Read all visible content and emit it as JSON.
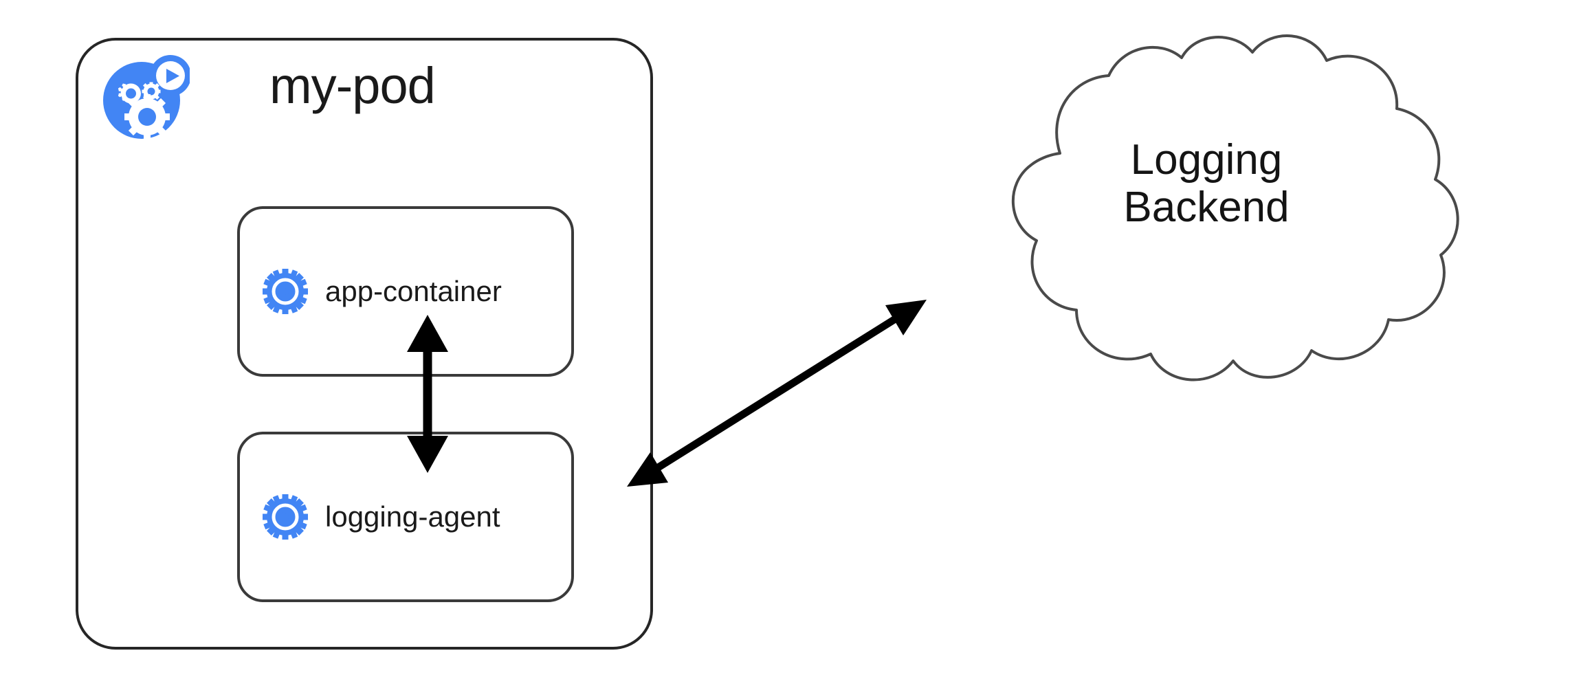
{
  "diagram": {
    "title": "Kubernetes pod logging sidecar diagram",
    "background_color": "#ffffff",
    "accent_color": "#4285F4",
    "outline_color": "#262626"
  },
  "pod": {
    "name": "my-pod",
    "icon": "pod-gears-play-icon",
    "containers": [
      {
        "name": "app-container",
        "icon": "container-gear-play-icon",
        "id": "app"
      },
      {
        "name": "logging-agent",
        "icon": "container-gear-play-icon",
        "id": "agent"
      }
    ]
  },
  "cloud": {
    "label": "Logging\nBackend",
    "line1": "Logging",
    "line2": "Backend",
    "icon": "cloud-shape"
  },
  "connections": [
    {
      "id": "app-to-agent",
      "from": "app-container",
      "to": "logging-agent",
      "style": "double-headed-arrow",
      "orientation": "vertical",
      "color": "#000000"
    },
    {
      "id": "agent-to-cloud",
      "from": "logging-agent",
      "to": "Logging Backend",
      "style": "double-headed-arrow",
      "orientation": "diagonal",
      "color": "#000000"
    }
  ]
}
